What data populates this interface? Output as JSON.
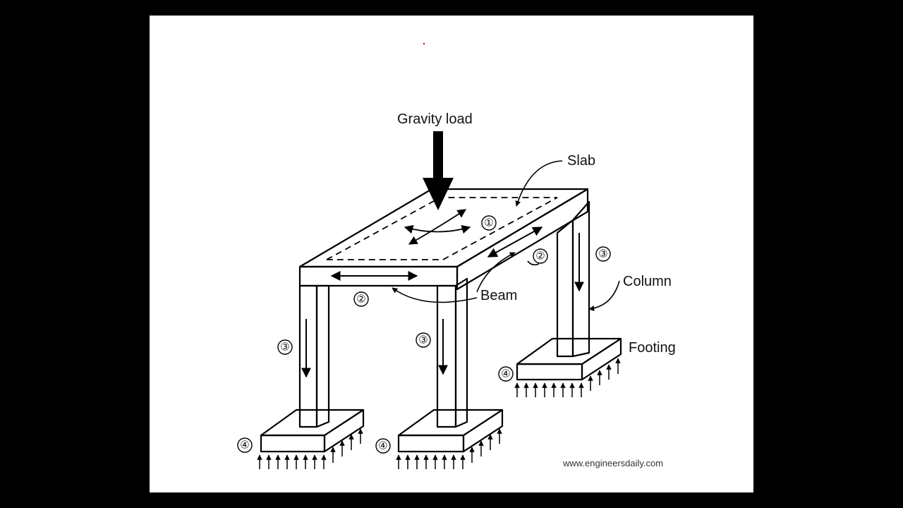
{
  "labels": {
    "gravity_load": "Gravity load",
    "slab": "Slab",
    "beam": "Beam",
    "column": "Column",
    "footing": "Footing"
  },
  "step_markers": {
    "slab": "①",
    "beam": "②",
    "column": "③",
    "footing": "④"
  },
  "watermark": "www.engineersdaily.com"
}
